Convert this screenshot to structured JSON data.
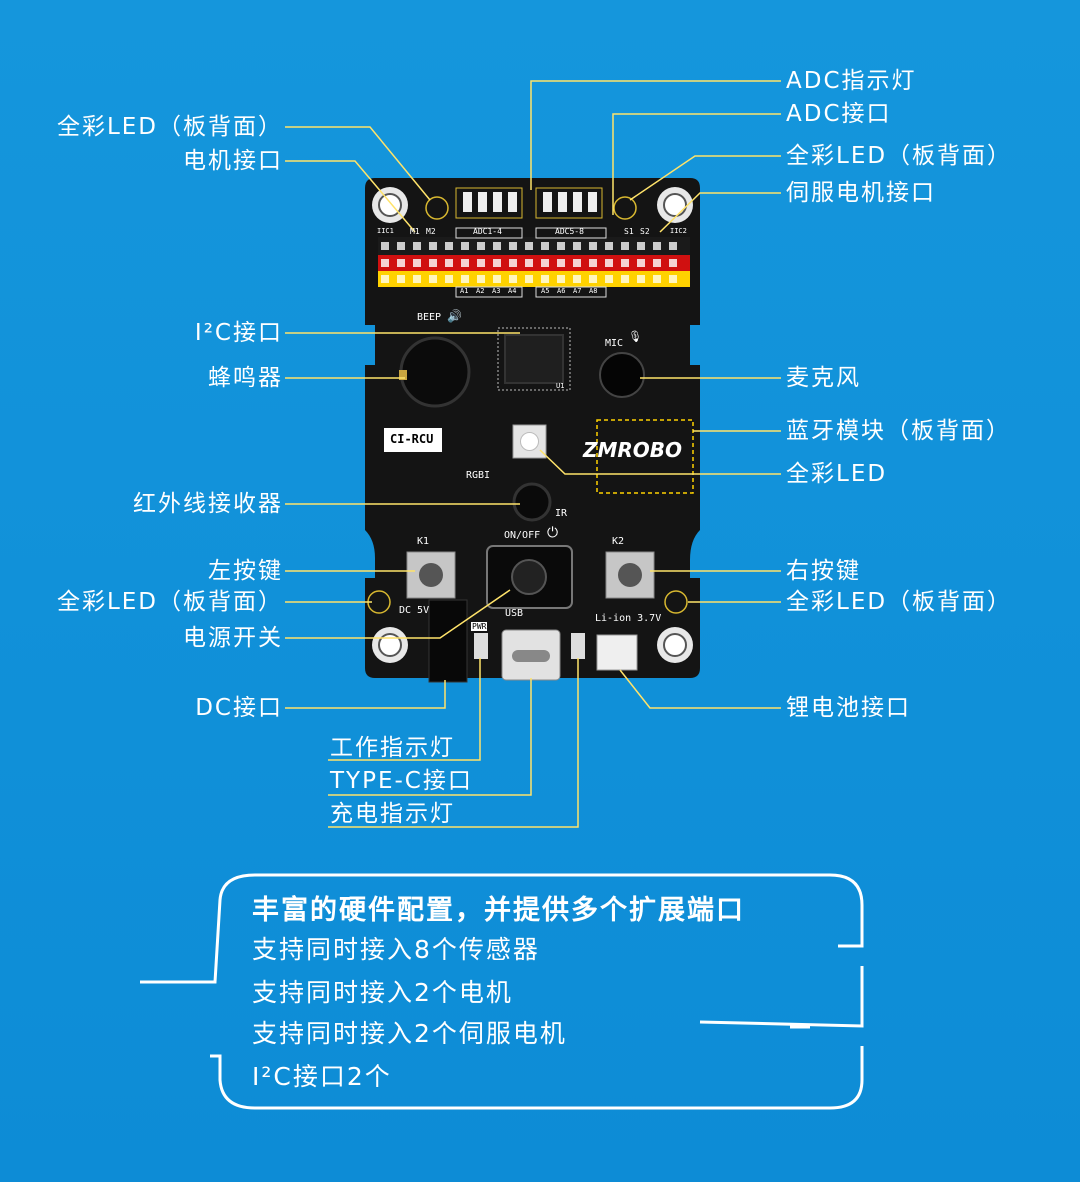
{
  "labels_left": [
    {
      "id": "rgb-led-back-top-left",
      "text": "全彩LED（板背面）"
    },
    {
      "id": "motor-port",
      "text": "电机接口"
    },
    {
      "id": "i2c-port",
      "text": "I²C接口"
    },
    {
      "id": "buzzer",
      "text": "蜂鸣器"
    },
    {
      "id": "ir-receiver",
      "text": "红外线接收器"
    },
    {
      "id": "left-button",
      "text": "左按键"
    },
    {
      "id": "rgb-led-back-bottom-left",
      "text": "全彩LED（板背面）"
    },
    {
      "id": "power-switch",
      "text": "电源开关"
    },
    {
      "id": "dc-port",
      "text": "DC接口"
    }
  ],
  "labels_right": [
    {
      "id": "adc-indicator",
      "text": "ADC指示灯"
    },
    {
      "id": "adc-port",
      "text": "ADC接口"
    },
    {
      "id": "rgb-led-back-top-right",
      "text": "全彩LED（板背面）"
    },
    {
      "id": "servo-port",
      "text": "伺服电机接口"
    },
    {
      "id": "microphone",
      "text": "麦克风"
    },
    {
      "id": "bluetooth-module",
      "text": "蓝牙模块（板背面）"
    },
    {
      "id": "rgb-led",
      "text": "全彩LED"
    },
    {
      "id": "right-button",
      "text": "右按键"
    },
    {
      "id": "rgb-led-back-bottom-right",
      "text": "全彩LED（板背面）"
    },
    {
      "id": "battery-port",
      "text": "锂电池接口"
    }
  ],
  "labels_bottom": [
    {
      "id": "work-indicator",
      "text": "工作指示灯"
    },
    {
      "id": "type-c-port",
      "text": "TYPE-C接口"
    },
    {
      "id": "charge-indicator",
      "text": "充电指示灯"
    }
  ],
  "board_text": {
    "beep": "BEEP",
    "mic": "MIC",
    "model": "CI-RCU",
    "brand": "ZMROBO",
    "rgb": "RGBI",
    "ir": "IR",
    "k1": "K1",
    "k2": "K2",
    "onoff": "ON/OFF",
    "dc5v": "DC 5V",
    "usb": "USB",
    "battery": "Li-ion 3.7V",
    "pwr": "PWR",
    "adc14": "ADC1-4",
    "adc58": "ADC5-8",
    "m1": "M1",
    "m2": "M2",
    "s1": "S1",
    "s2": "S2",
    "iic1": "IIC1",
    "iic2": "IIC2",
    "u1": "U1",
    "a_pins": [
      "A1",
      "A2",
      "A3",
      "A4",
      "A5",
      "A6",
      "A7",
      "A8"
    ]
  },
  "features": {
    "title": "丰富的硬件配置，并提供多个扩展端口",
    "lines": [
      "支持同时接入8个传感器",
      "支持同时接入2个电机",
      "支持同时接入2个伺服电机",
      "I²C接口2个"
    ]
  },
  "colors": {
    "background": "#1596dc",
    "board": "#151515",
    "accent_yellow": "#ffd200",
    "accent_red": "#d01010",
    "line": "#ffe36a"
  }
}
